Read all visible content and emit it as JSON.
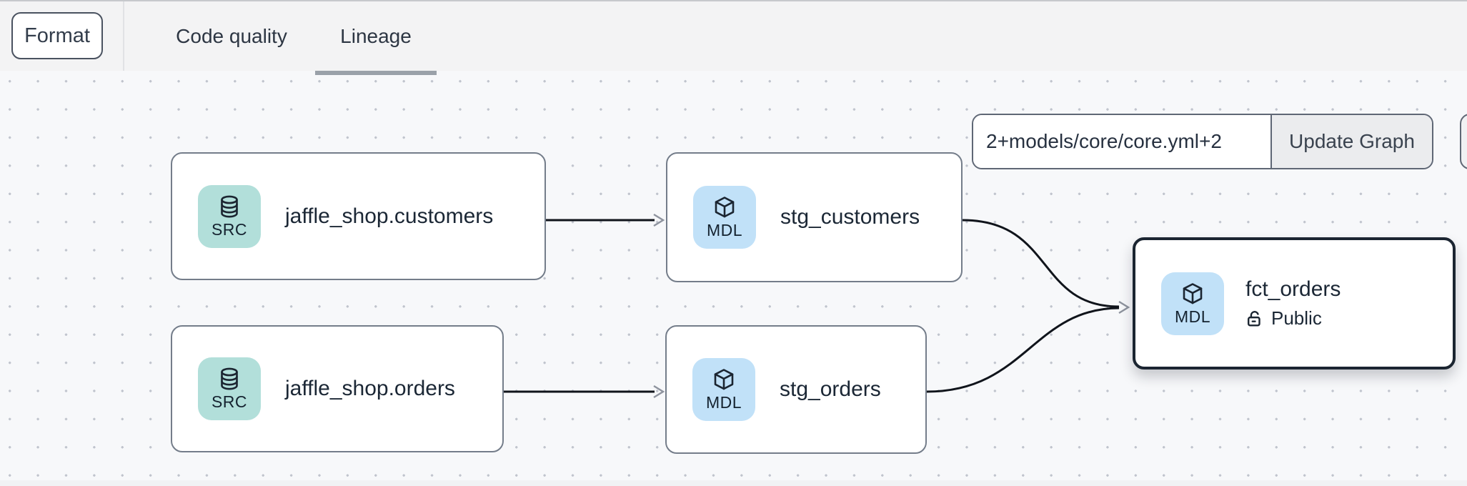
{
  "header": {
    "format_button": "Format",
    "tabs": [
      {
        "label": "Code quality",
        "active": false
      },
      {
        "label": "Lineage",
        "active": true
      }
    ]
  },
  "toolbar": {
    "selector_value": "2+models/core/core.yml+2",
    "update_button": "Update Graph"
  },
  "graph": {
    "nodes": [
      {
        "label": "jaffle_shop.customers",
        "badge": "SRC",
        "type": "source",
        "icon": "database-icon"
      },
      {
        "label": "stg_customers",
        "badge": "MDL",
        "type": "model",
        "icon": "cube-icon"
      },
      {
        "label": "jaffle_shop.orders",
        "badge": "SRC",
        "type": "source",
        "icon": "database-icon"
      },
      {
        "label": "stg_orders",
        "badge": "MDL",
        "type": "model",
        "icon": "cube-icon"
      },
      {
        "label": "fct_orders",
        "badge": "MDL",
        "type": "model",
        "icon": "cube-icon",
        "access": "Public",
        "access_icon": "unlock-icon",
        "selected": true
      }
    ],
    "edges": [
      {
        "from": "jaffle_shop.customers",
        "to": "stg_customers"
      },
      {
        "from": "jaffle_shop.orders",
        "to": "stg_orders"
      },
      {
        "from": "stg_customers",
        "to": "fct_orders"
      },
      {
        "from": "stg_orders",
        "to": "fct_orders"
      }
    ]
  },
  "colors": {
    "header_bg": "#f3f3f4",
    "canvas_bg": "#f7f8fa",
    "canvas_dot": "#c0c4cd",
    "node_bg": "#ffffff",
    "node_border": "#747d8a",
    "selected_node_border": "#1b2531",
    "source_badge_bg": "#b2dfda",
    "model_badge_bg": "#c1e1f8",
    "badge_text": "#152330",
    "node_text": "#1b2735",
    "edge": "#10141b",
    "arrowhead": "#8e939e",
    "tab_underline": "#9aa1a9",
    "control_border": "#5f6775",
    "button_bg": "#ebecee",
    "text": "#242e3b"
  }
}
